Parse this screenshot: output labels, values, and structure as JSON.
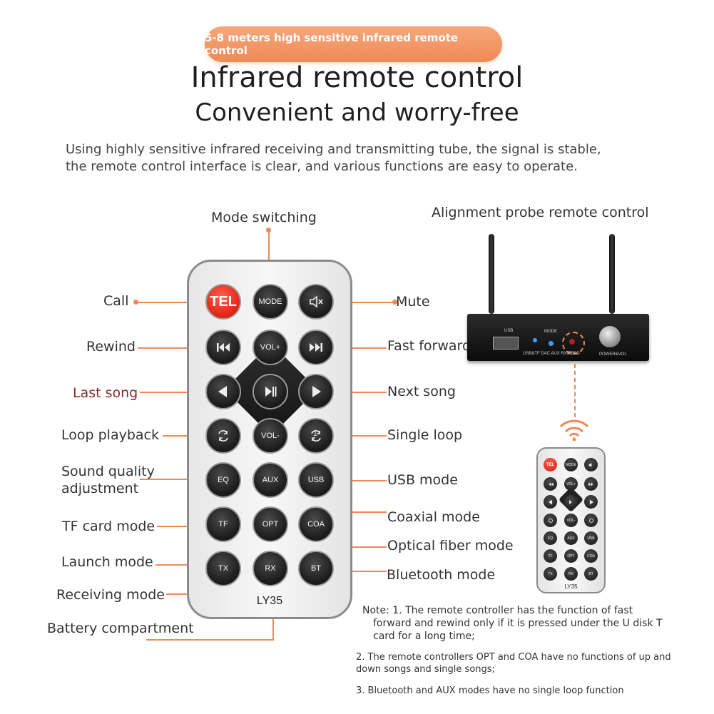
{
  "banner": "5-8 meters high sensitive infrared remote control",
  "title_line1": "Infrared remote control",
  "title_line2": "Convenient and worry-free",
  "description_line1": "Using highly sensitive infrared receiving and transmitting tube, the signal is stable,",
  "description_line2": "the remote control interface is clear, and various functions are easy to operate.",
  "labels": {
    "mode_switching": "Mode switching",
    "call": "Call",
    "rewind": "Rewind",
    "last_song": "Last song",
    "loop_playback": "Loop playback",
    "sound_quality_1": "Sound quality",
    "sound_quality_2": "adjustment",
    "tf_card_mode": "TF card mode",
    "launch_mode": "Launch mode",
    "receiving_mode": "Receiving mode",
    "battery_compartment": "Battery compartment",
    "mute": "Mute",
    "fast_forward": "Fast forward",
    "next_song": "Next song",
    "single_loop": "Single loop",
    "usb_mode": "USB mode",
    "coaxial_mode": "Coaxial mode",
    "optical_fiber_mode": "Optical fiber mode",
    "bluetooth_mode": "Bluetooth mode",
    "alignment_probe": "Alignment probe remote control"
  },
  "remote": {
    "model": "LY35",
    "buttons": {
      "tel": "TEL",
      "mode": "MODE",
      "vol_up": "VOL+",
      "vol_down": "VOL-",
      "eq": "EQ",
      "aux": "AUX",
      "usb": "USB",
      "tf": "TF",
      "opt": "OPT",
      "coa": "COA",
      "tx": "TX",
      "rx": "RX",
      "bt": "BT",
      "single_loop_digit": "1"
    }
  },
  "device": {
    "usb": "USB",
    "mode": "MODE",
    "indicators": "USB&TF DAC AUX  RX&TX",
    "read": "READ",
    "power": "POWER&VOL"
  },
  "small_remote": {
    "model": "LY35",
    "tel": "TEL",
    "mode": "MODE",
    "vol_up": "VOL+",
    "vol_down": "VOL-",
    "eq": "EQ",
    "aux": "AUX",
    "usb": "USB",
    "tf": "TF",
    "opt": "OPT",
    "coa": "COA",
    "tx": "TX",
    "rx": "RX",
    "bt": "BT"
  },
  "notes": {
    "note1_line1": "Note: 1. The remote controller has the function of fast",
    "note1_line2": "forward and rewind only if it is pressed under the U disk T",
    "note1_line3": "card for a long time;",
    "note2_line1": "2. The remote controllers OPT and COA have no functions of up and",
    "note2_line2": "down songs and single songs;",
    "note3": "3. Bluetooth and AUX modes have no single loop function"
  },
  "colors": {
    "accent": "#ef8a57",
    "tel_red": "#e32314",
    "button_black": "#1d1d1d"
  }
}
